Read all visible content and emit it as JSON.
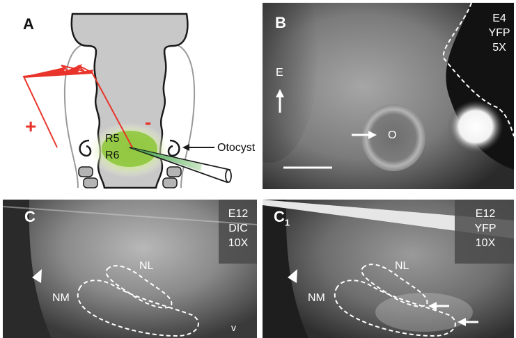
{
  "panelA": {
    "letter": "A",
    "plus": "+",
    "minus": "-",
    "r5": "R5",
    "r6": "R6",
    "otocyst": "Otocyst",
    "colors": {
      "electrode": "#e8342a",
      "dye": "#8fc73e",
      "tissue": "#c8c8c8"
    }
  },
  "panelB": {
    "letter": "B",
    "tag": [
      "E4",
      "YFP",
      "5X"
    ],
    "axis": "E",
    "otocyst": "O"
  },
  "panelC": {
    "letter": "C",
    "tag": [
      "E12",
      "DIC",
      "10X"
    ],
    "nl": "NL",
    "nm": "NM",
    "v": "v"
  },
  "panelC1": {
    "letter": "C",
    "subscript": "1",
    "tag": [
      "E12",
      "YFP",
      "10X"
    ],
    "nl": "NL",
    "nm": "NM"
  }
}
